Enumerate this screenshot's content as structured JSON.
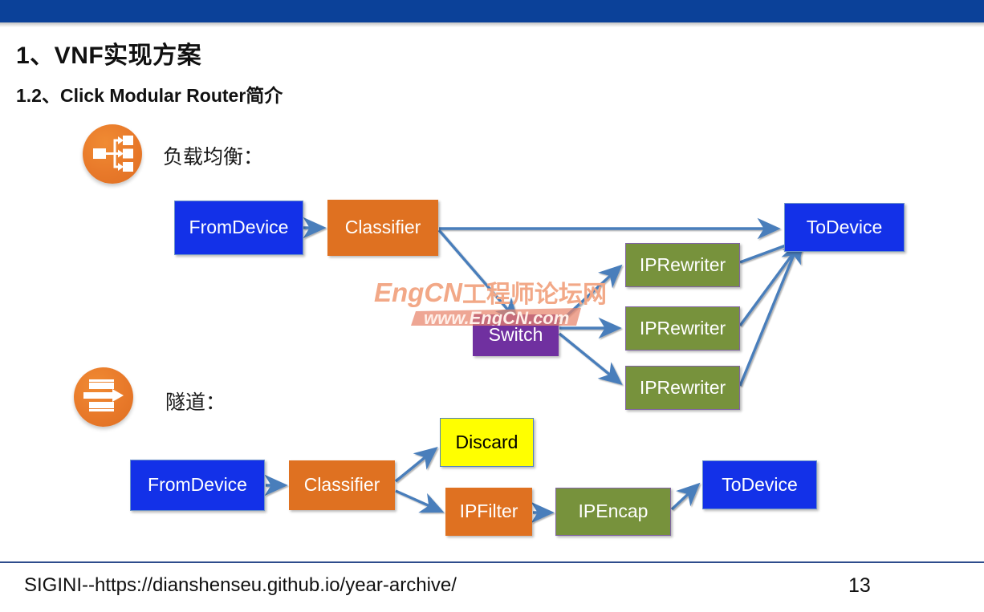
{
  "slide": {
    "title": "1、VNF实现方案",
    "subtitle": "1.2、Click Modular Router简介",
    "page_number": "13",
    "footer_text": "SIGINI--https://dianshenseu.github.io/year-archive/",
    "banner_color": "#0B4199",
    "footer_rule_color": "#2E4C8C"
  },
  "sections": [
    {
      "icon_name": "load-balancer-icon",
      "label": "负载均衡：",
      "icon_color": "#E8792A"
    },
    {
      "icon_name": "tunnel-icon",
      "label": "隧道：",
      "icon_color": "#E8792A"
    }
  ],
  "watermark": {
    "brand": "EngCN",
    "brand_cn": "工程师论坛网",
    "url": "www.EngCN.com",
    "color": "#F2A887",
    "banner_color": "#E8836B"
  },
  "diagram_load_balance": {
    "nodes": [
      {
        "id": "lb-fromdevice",
        "label": "FromDevice",
        "color": "#1331E8",
        "style": "blue"
      },
      {
        "id": "lb-classifier",
        "label": "Classifier",
        "color": "#DF7121",
        "style": "orange"
      },
      {
        "id": "lb-switch",
        "label": "Switch",
        "color": "#7030A0",
        "style": "purple"
      },
      {
        "id": "lb-iprewriter-1",
        "label": "IPRewriter",
        "color": "#77923C",
        "style": "green"
      },
      {
        "id": "lb-iprewriter-2",
        "label": "IPRewriter",
        "color": "#77923C",
        "style": "green"
      },
      {
        "id": "lb-iprewriter-3",
        "label": "IPRewriter",
        "color": "#77923C",
        "style": "green"
      },
      {
        "id": "lb-todevice",
        "label": "ToDevice",
        "color": "#1331E8",
        "style": "blue"
      }
    ],
    "edges": [
      {
        "from": "lb-fromdevice",
        "to": "lb-classifier"
      },
      {
        "from": "lb-classifier",
        "to": "lb-todevice"
      },
      {
        "from": "lb-classifier",
        "to": "lb-switch"
      },
      {
        "from": "lb-switch",
        "to": "lb-iprewriter-1"
      },
      {
        "from": "lb-switch",
        "to": "lb-iprewriter-2"
      },
      {
        "from": "lb-switch",
        "to": "lb-iprewriter-3"
      },
      {
        "from": "lb-iprewriter-1",
        "to": "lb-todevice"
      },
      {
        "from": "lb-iprewriter-2",
        "to": "lb-todevice"
      },
      {
        "from": "lb-iprewriter-3",
        "to": "lb-todevice"
      }
    ]
  },
  "diagram_tunnel": {
    "nodes": [
      {
        "id": "tn-fromdevice",
        "label": "FromDevice",
        "color": "#1331E8",
        "style": "blue"
      },
      {
        "id": "tn-classifier",
        "label": "Classifier",
        "color": "#DF7121",
        "style": "orange"
      },
      {
        "id": "tn-discard",
        "label": "Discard",
        "color": "#FFFF00",
        "style": "yellow"
      },
      {
        "id": "tn-ipfilter",
        "label": "IPFilter",
        "color": "#DF7121",
        "style": "orange"
      },
      {
        "id": "tn-ipencap",
        "label": "IPEncap",
        "color": "#77923C",
        "style": "green"
      },
      {
        "id": "tn-todevice",
        "label": "ToDevice",
        "color": "#1331E8",
        "style": "blue"
      }
    ],
    "edges": [
      {
        "from": "tn-fromdevice",
        "to": "tn-classifier"
      },
      {
        "from": "tn-classifier",
        "to": "tn-discard"
      },
      {
        "from": "tn-classifier",
        "to": "tn-ipfilter"
      },
      {
        "from": "tn-ipfilter",
        "to": "tn-ipencap"
      },
      {
        "from": "tn-ipencap",
        "to": "tn-todevice"
      }
    ]
  },
  "connector_color": "#4A7EBB"
}
